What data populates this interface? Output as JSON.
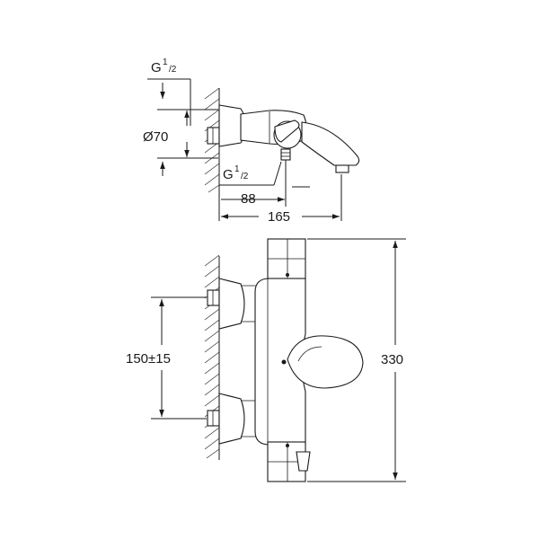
{
  "dimensions": {
    "thread_top": {
      "main": "G",
      "sup": "1",
      "sub": "/2"
    },
    "thread_outlet": {
      "main": "G",
      "sup": "1",
      "sub": "/2"
    },
    "diameter": "Ø70",
    "depth_a": "88",
    "depth_b": "165",
    "centres": "150±15",
    "height": "330"
  },
  "colors": {
    "line": "#1a1a1a",
    "background": "#ffffff"
  }
}
